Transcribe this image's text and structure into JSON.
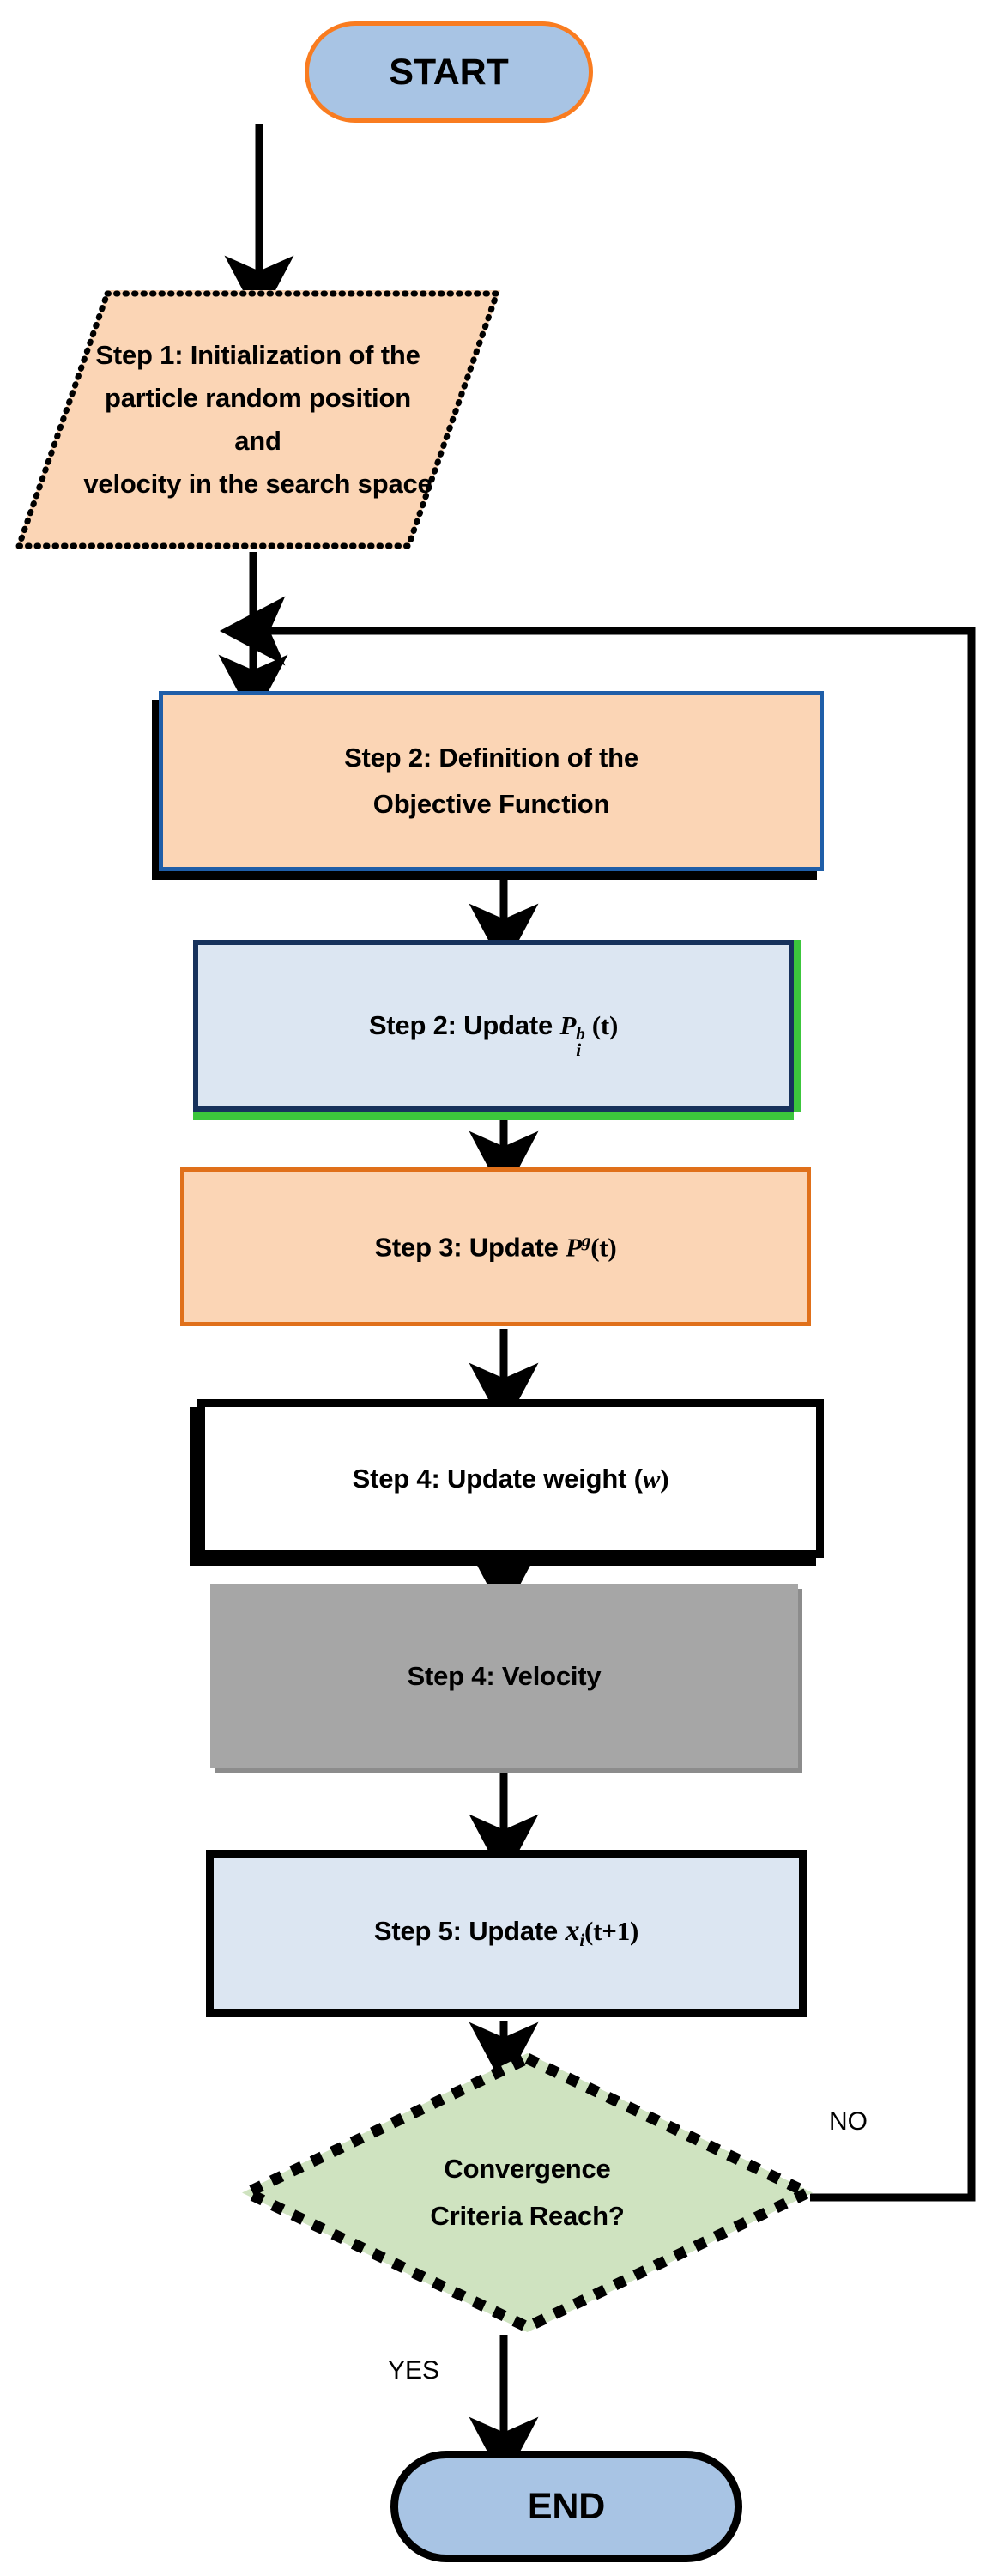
{
  "diagram": {
    "title": "Particle Swarm Optimization (PSO) Flowchart",
    "type": "flowchart"
  },
  "nodes": {
    "start": {
      "label": "START",
      "shape": "terminator",
      "fill": "#a8c4e4",
      "stroke": "#f97c20"
    },
    "step1": {
      "shape": "parallelogram",
      "fill": "#fbd5b5",
      "stroke": "#000000",
      "stroke_style": "dotted",
      "lines": [
        "Step 1: Initialization of the",
        "particle random position and",
        "velocity in the search space"
      ],
      "text": "Step 1: Initialization of the particle random position and velocity in the search space"
    },
    "step2a": {
      "shape": "rectangle",
      "fill": "#fbd5b5",
      "stroke": "#1f5ea8",
      "lines": [
        "Step 2: Definition of the",
        "Objective Function"
      ],
      "text": "Step 2: Definition of the Objective Function"
    },
    "step2b": {
      "shape": "rectangle",
      "fill": "#dce6f2",
      "stroke": "#17325c",
      "shadow": "#3cc63c",
      "prefix": "Step 2: Update ",
      "symbol": "P",
      "superscript": "b",
      "subscript": "i",
      "suffix": "(t)",
      "text": "Step 2: Update P_i^b (t)"
    },
    "step3": {
      "shape": "rectangle",
      "fill": "#fbd5b5",
      "stroke": "#e0701a",
      "prefix": "Step 3: Update  ",
      "symbol": "P",
      "superscript": "g",
      "suffix": "(t)",
      "text": "Step 3: Update P^g (t)"
    },
    "step4w": {
      "shape": "rectangle",
      "fill": "#ffffff",
      "stroke": "#000000",
      "prefix": "Step 4: Update weight (",
      "symbol": "w",
      "suffix": ")",
      "text": "Step 4: Update weight (w)"
    },
    "step4v": {
      "shape": "rectangle",
      "fill": "#a6a6a6",
      "stroke": "#a6a6a6",
      "text": "Step 4: Velocity"
    },
    "step5": {
      "shape": "rectangle",
      "fill": "#dce6f2",
      "stroke": "#000000",
      "prefix": "Step 5: Update ",
      "symbol": "x",
      "subscript": "i",
      "suffix": "(t+1)",
      "text": "Step 5: Update x_i (t+1)"
    },
    "decision": {
      "shape": "diamond",
      "fill": "#cfe3c0",
      "stroke": "#000000",
      "stroke_style": "dashed",
      "lines": [
        "Convergence",
        "Criteria Reach?"
      ],
      "text": "Convergence Criteria Reach?"
    },
    "end": {
      "label": "END",
      "shape": "terminator",
      "fill": "#a8c4e4",
      "stroke": "#000000"
    }
  },
  "edge_labels": {
    "no": "NO",
    "yes": "YES"
  },
  "flow": [
    "start -> step1",
    "step1 -> step2a",
    "step2a -> step2b",
    "step2b -> step3",
    "step3 -> step4w",
    "step4w -> step4v",
    "step4v -> step5",
    "step5 -> decision",
    "decision -NO-> step2a",
    "decision -YES-> end"
  ]
}
